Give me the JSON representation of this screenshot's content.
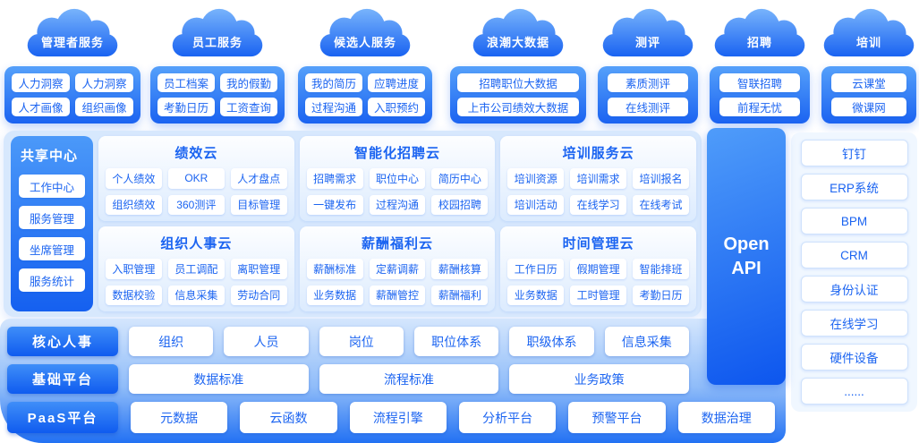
{
  "colors": {
    "accent_blue": "#1b64f1",
    "cloud_gradient_top": "#7db8fc",
    "cloud_gradient_bottom": "#1660f1",
    "panel_gradient_top": "#55a0fa",
    "panel_gradient_bottom": "#1b63f1",
    "mid_panel_bg": "#d7e8fd",
    "bottom_gradient_top": "#d4e6fd",
    "bottom_gradient_bottom": "#2271f3",
    "button_text": "#1b64f1"
  },
  "top": {
    "groups": [
      {
        "cloud": "管理者服务",
        "buttons": [
          "人力洞察",
          "人力洞察",
          "人才画像",
          "组织画像"
        ]
      },
      {
        "cloud": "员工服务",
        "buttons": [
          "员工档案",
          "我的假勤",
          "考勤日历",
          "工资查询"
        ]
      },
      {
        "cloud": "候选人服务",
        "buttons": [
          "我的简历",
          "应聘进度",
          "过程沟通",
          "入职预约"
        ]
      },
      {
        "cloud": "浪潮大数据",
        "buttons": [
          "招聘职位大数据",
          "上市公司绩效大数据"
        ]
      },
      {
        "cloud": "测评",
        "buttons": [
          "素质测评",
          "在线测评"
        ]
      },
      {
        "cloud": "招聘",
        "buttons": [
          "智联招聘",
          "前程无忧"
        ]
      },
      {
        "cloud": "培训",
        "buttons": [
          "云课堂",
          "微课网"
        ]
      }
    ]
  },
  "share_center": {
    "title": "共享中心",
    "buttons": [
      "工作中心",
      "服务管理",
      "坐席管理",
      "服务统计"
    ]
  },
  "modules": [
    {
      "title": "绩效云",
      "buttons": [
        "个人绩效",
        "OKR",
        "人才盘点",
        "组织绩效",
        "360测评",
        "目标管理"
      ]
    },
    {
      "title": "智能化招聘云",
      "buttons": [
        "招聘需求",
        "职位中心",
        "简历中心",
        "一键发布",
        "过程沟通",
        "校园招聘"
      ]
    },
    {
      "title": "培训服务云",
      "buttons": [
        "培训资源",
        "培训需求",
        "培训报名",
        "培训活动",
        "在线学习",
        "在线考试"
      ]
    },
    {
      "title": "组织人事云",
      "buttons": [
        "入职管理",
        "员工调配",
        "离职管理",
        "数据校验",
        "信息采集",
        "劳动合同"
      ]
    },
    {
      "title": "薪酬福利云",
      "buttons": [
        "薪酬标准",
        "定薪调薪",
        "薪酬核算",
        "业务数据",
        "薪酬管控",
        "薪酬福利"
      ]
    },
    {
      "title": "时间管理云",
      "buttons": [
        "工作日历",
        "假期管理",
        "智能排班",
        "业务数据",
        "工时管理",
        "考勤日历"
      ]
    }
  ],
  "open_api": {
    "label": "Open API"
  },
  "integrations": [
    "钉钉",
    "ERP系统",
    "BPM",
    "CRM",
    "身份认证",
    "在线学习",
    "硬件设备",
    "......"
  ],
  "platform_rows": [
    {
      "label": "核心人事",
      "buttons": [
        "组织",
        "人员",
        "岗位",
        "职位体系",
        "职级体系",
        "信息采集"
      ]
    },
    {
      "label": "基础平台",
      "buttons": [
        "数据标准",
        "流程标准",
        "业务政策"
      ]
    },
    {
      "label": "PaaS平台",
      "buttons": [
        "元数据",
        "云函数",
        "流程引擎",
        "分析平台",
        "预警平台",
        "数据治理"
      ]
    }
  ]
}
